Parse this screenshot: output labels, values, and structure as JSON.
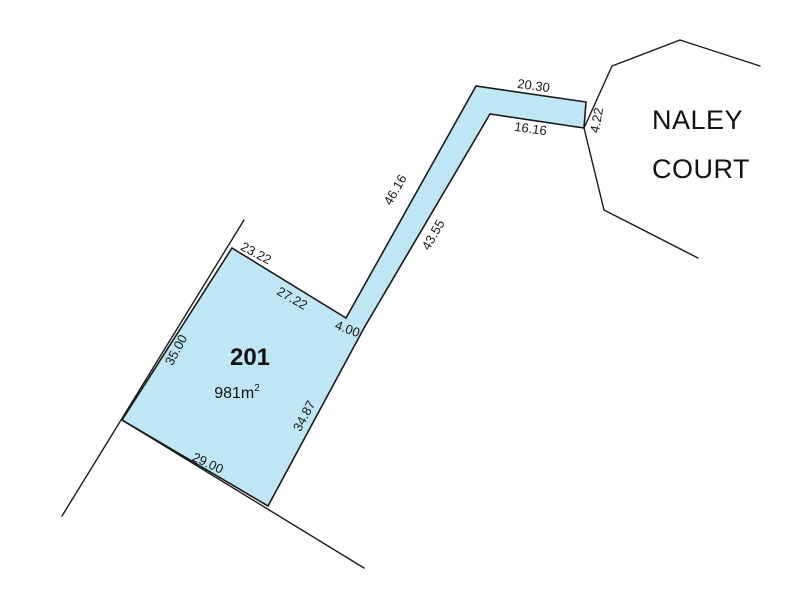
{
  "colors": {
    "lot_fill": "#bfe6f5",
    "line": "#1a1a1a"
  },
  "lot": {
    "number": "201",
    "area_value": "981m",
    "area_unit_sup": "2"
  },
  "street": {
    "line1": "NALEY",
    "line2": "COURT"
  },
  "dimensions": {
    "top": "23.22",
    "inner_top": "27.22",
    "handle_width": "4.00",
    "left": "35.00",
    "right": "34.87",
    "bottom": "29.00",
    "handle_outer_left": "46.16",
    "handle_inner_right": "43.55",
    "handle_top": "20.30",
    "handle_inner_top": "16.16",
    "frontage": "4.22"
  }
}
